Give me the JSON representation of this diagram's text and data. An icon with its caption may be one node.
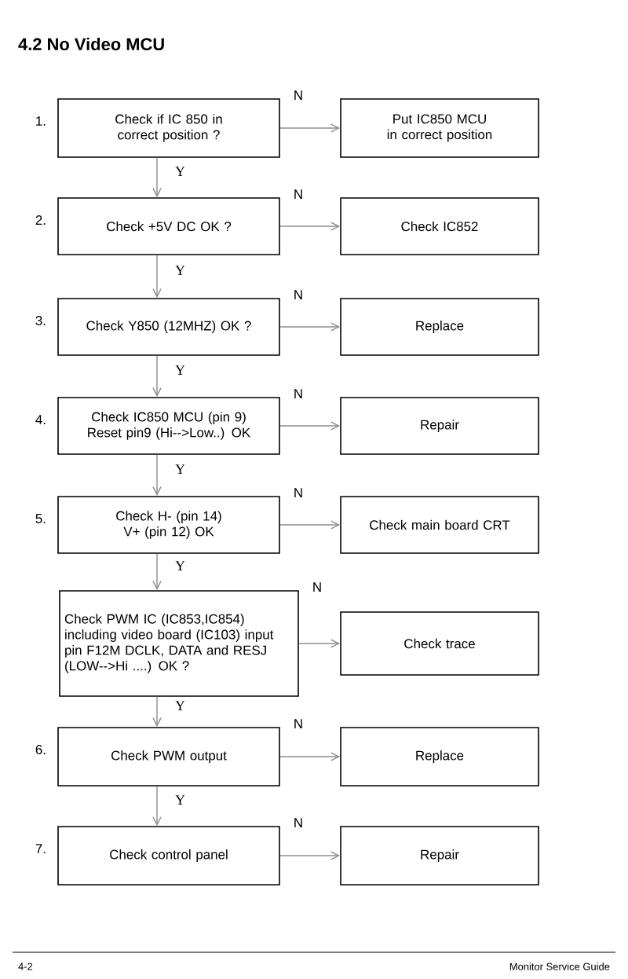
{
  "diagram": {
    "title": "4.2 No Video MCU",
    "nodes": [
      {
        "text": [
          "Check if IC 850 in correct position ?"
        ],
        "beside": [
          "1."
        ]
      },
      {
        "text": [
          "Put IC850 MCU in correct position"
        ]
      },
      {
        "text": [
          "Check +5V DC OK ?"
        ],
        "beside": [
          "2."
        ]
      },
      {
        "text": [
          "Check IC852"
        ]
      },
      {
        "text": [
          "Check Y850 (12MHZ) OK ?"
        ],
        "beside": [
          "3."
        ]
      },
      {
        "text": [
          "Replace"
        ]
      },
      {
        "text": [
          "Check IC850 MCU (pin 9) Reset pin9 (Hi-->Low..) OK"
        ],
        "beside": [
          "4."
        ]
      },
      {
        "text": [
          "Repair"
        ]
      },
      {
        "text": [
          "Check H- (pin 14) V+ (pin 12) OK"
        ],
        "beside": [
          "5."
        ]
      },
      {
        "text": [
          "Check main board CRT"
        ]
      },
      {
        "text": [
          "Check PWM IC (IC853,IC854) including video board (IC103) input pin F12M DCLK, DATA and RESJ (LOW-->Hi ....) OK ?"
        ]
      },
      {
        "text": [
          "Check trace"
        ]
      },
      {
        "text": [
          "Check PWM output"
        ],
        "beside": [
          "6."
        ]
      },
      {
        "text": [
          "Replace"
        ]
      },
      {
        "text": [
          "Check control panel"
        ],
        "beside": [
          "7."
        ]
      },
      {
        "text": [
          "Repair"
        ]
      }
    ],
    "edges": [
      {
        "from": 0,
        "to": 1,
        "arrow": "to",
        "label": "N"
      },
      {
        "from": 0,
        "to": 2,
        "arrow": "to",
        "label": "Y"
      },
      {
        "from": 2,
        "to": 3,
        "arrow": "to",
        "label": "N"
      },
      {
        "from": 2,
        "to": 4,
        "arrow": "to",
        "label": "Y"
      },
      {
        "from": 4,
        "to": 5,
        "arrow": "to",
        "label": "N"
      },
      {
        "from": 4,
        "to": 6,
        "arrow": "to",
        "label": "Y"
      },
      {
        "from": 6,
        "to": 7,
        "arrow": "to",
        "label": "N"
      },
      {
        "from": 6,
        "to": 8,
        "arrow": "to",
        "label": "Y"
      },
      {
        "from": 8,
        "to": 9,
        "arrow": "to",
        "label": "N"
      },
      {
        "from": 8,
        "to": 10,
        "arrow": "to",
        "label": "Y"
      },
      {
        "from": 10,
        "to": 11,
        "arrow": "to",
        "label": "N"
      },
      {
        "from": 10,
        "to": 12,
        "arrow": "to",
        "label": "Y"
      },
      {
        "from": 12,
        "to": 13,
        "arrow": "to",
        "label": "N"
      },
      {
        "from": 12,
        "to": 14,
        "arrow": "to",
        "label": "Y"
      },
      {
        "from": 14,
        "to": 15,
        "arrow": "to",
        "label": "N"
      }
    ],
    "labels": [
      "4-2",
      "Monitor Service Guide"
    ]
  }
}
